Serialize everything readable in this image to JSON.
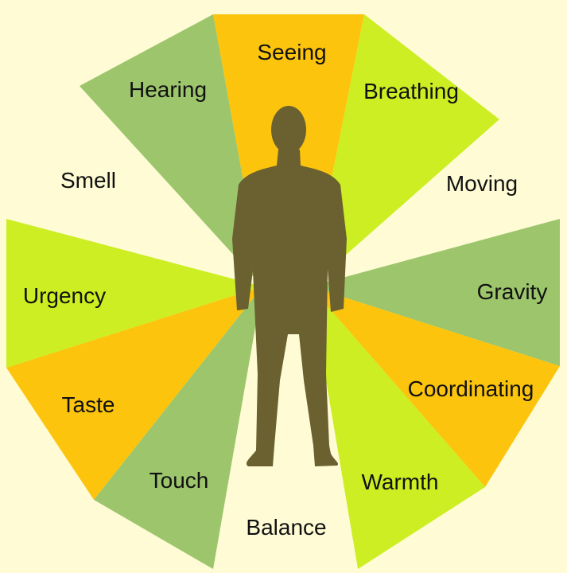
{
  "colors": {
    "background": "#FEFBD5",
    "lime": "#CCEE22",
    "sage": "#9CC56C",
    "orange": "#FCC40C",
    "figure": "#6A6030"
  },
  "figure": {
    "icon": "person-silhouette-icon"
  },
  "senses": [
    {
      "label": "Seeing",
      "color": "orange"
    },
    {
      "label": "Breathing",
      "color": "lime"
    },
    {
      "label": "Moving",
      "color": "background"
    },
    {
      "label": "Gravity",
      "color": "sage"
    },
    {
      "label": "Coordinating",
      "color": "orange"
    },
    {
      "label": "Warmth",
      "color": "lime"
    },
    {
      "label": "Balance",
      "color": "background"
    },
    {
      "label": "Touch",
      "color": "sage"
    },
    {
      "label": "Taste",
      "color": "orange"
    },
    {
      "label": "Urgency",
      "color": "lime"
    },
    {
      "label": "Smell",
      "color": "background"
    },
    {
      "label": "Hearing",
      "color": "sage"
    }
  ]
}
